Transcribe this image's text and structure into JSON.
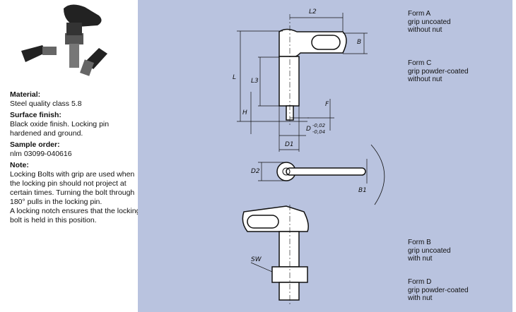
{
  "specs": [
    {
      "heading": "Material:",
      "text": "Steel quality class 5.8"
    },
    {
      "heading": "Surface finish:",
      "text": "Black oxide finish. Locking pin hardened and ground."
    },
    {
      "heading": "Sample order:",
      "text": "nlm 03099-040616"
    },
    {
      "heading": "Note:",
      "text": "Locking Bolts with grip are used when the locking pin should not project at certain times. Turning the bolt through 180° pulls in the locking pin.",
      "text2": "A locking notch ensures that the locking bolt is held in this position."
    }
  ],
  "forms": [
    {
      "name": "Form A",
      "l1": "grip uncoated",
      "l2": "without nut"
    },
    {
      "name": "Form C",
      "l1": "grip powder-coated",
      "l2": "without nut"
    },
    {
      "name": "Form B",
      "l1": "grip uncoated",
      "l2": "with nut"
    },
    {
      "name": "Form D",
      "l1": "grip powder-coated",
      "l2": "with nut"
    }
  ],
  "dims": {
    "L2": "L2",
    "B": "B",
    "L": "L",
    "L3": "L3",
    "H": "H",
    "F": "F",
    "D": "D",
    "tol_up": "-0,02",
    "tol_low": "-0,04",
    "D1": "D1",
    "D2": "D2",
    "B1": "B1",
    "SW": "SW"
  }
}
